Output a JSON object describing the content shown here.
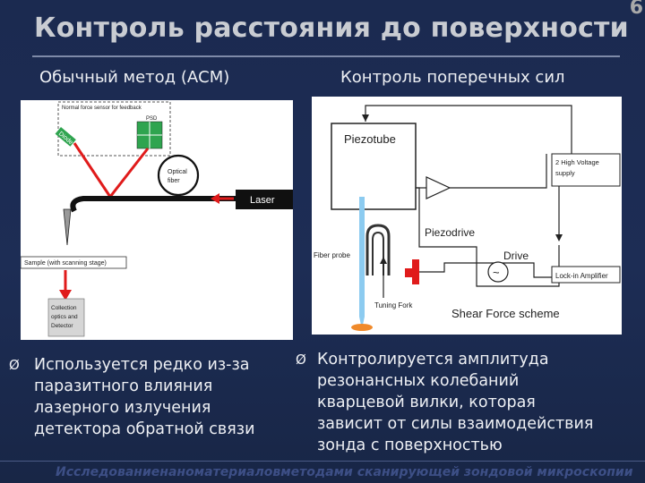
{
  "slide_number": "6",
  "title": "Контроль расстояния до поверхности",
  "subtitle_left": "Обычный метод (АСМ)",
  "subtitle_right": "Контроль поперечных сил",
  "left_diagram": {
    "normal_force_sensor": "Normal force sensor for feedback",
    "psd": "PSD",
    "diode": "Diode",
    "optical_fiber_1": "Optical",
    "optical_fiber_2": "fiber",
    "laser": "Laser",
    "sample": "Sample (with scanning stage)",
    "collection_1": "Collection",
    "collection_2": "optics and",
    "collection_3": "Detector"
  },
  "right_diagram": {
    "piezotube": "Piezotube",
    "hv_supply_1": "2 High Voltage",
    "hv_supply_2": "supply",
    "piezodrive": "Piezodrive",
    "drive": "Drive",
    "fiber_probe": "Fiber probe",
    "lock_in": "Lock-in Amplifier",
    "tuning_fork": "Tuning Fork",
    "scheme": "Shear Force scheme",
    "tilde": "~"
  },
  "bullet_left": "Используется редко из-за\nпаразитного  влияния\nлазерного излучения\nдетектора обратной связи",
  "bullet_right": "Контролируется амплитуда\nрезонансных колебаний\nкварцевой вилки, которая\nзависит от силы взаимодействия\nзонда с поверхностью",
  "bullet_marker": "Ø",
  "footer": "Исследованиенаноматериаловметодами сканирующей зондовой микроскопии"
}
